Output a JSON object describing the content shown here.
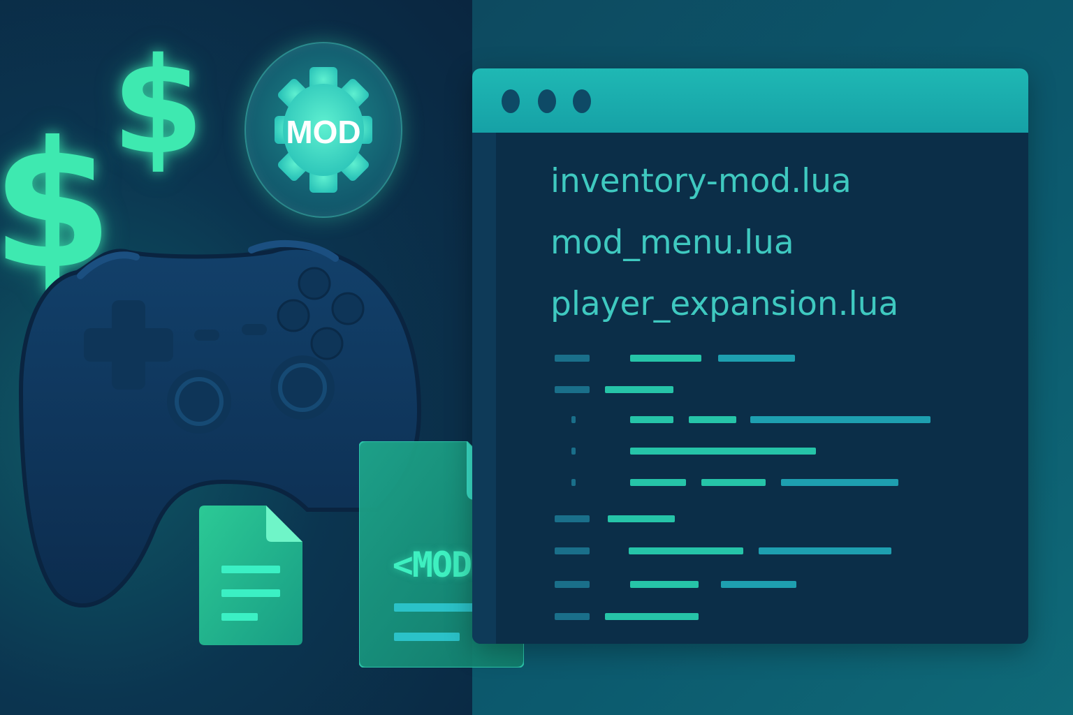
{
  "decor": {
    "dollar_sign": "$",
    "mod_badge_label": "MOD",
    "mod_file_label": "<MOD>"
  },
  "code_window": {
    "files": [
      "inventory-mod.lua",
      "mod_menu.lua",
      "player_expansion.lua"
    ]
  },
  "icons": [
    "dollar-icon",
    "gear-icon",
    "gamepad-icon",
    "document-icon",
    "mod-file-icon"
  ],
  "colors": {
    "accent": "#3ee9b0",
    "teal": "#1fb8b4",
    "background": "#0b2a3f"
  }
}
